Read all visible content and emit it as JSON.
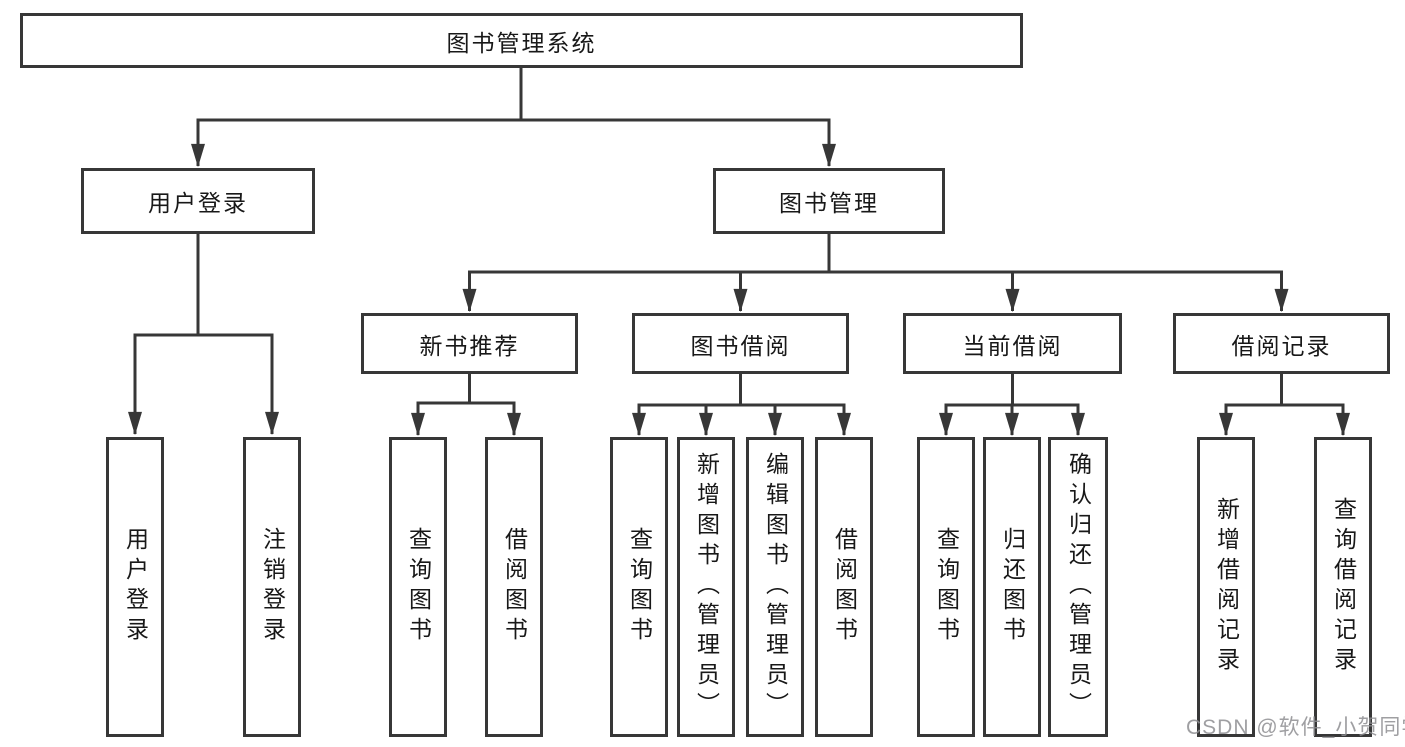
{
  "diagram": {
    "root": {
      "label": "图书管理系统"
    },
    "level2": [
      {
        "label": "用户登录"
      },
      {
        "label": "图书管理"
      }
    ],
    "level3": [
      {
        "label": "新书推荐",
        "parent": "图书管理"
      },
      {
        "label": "图书借阅",
        "parent": "图书管理"
      },
      {
        "label": "当前借阅",
        "parent": "图书管理"
      },
      {
        "label": "借阅记录",
        "parent": "图书管理"
      }
    ],
    "leaves": [
      {
        "label": "用户登录",
        "parent": "用户登录"
      },
      {
        "label": "注销登录",
        "parent": "用户登录"
      },
      {
        "label": "查询图书",
        "parent": "新书推荐"
      },
      {
        "label": "借阅图书",
        "parent": "新书推荐"
      },
      {
        "label": "查询图书",
        "parent": "图书借阅"
      },
      {
        "label": "新增图书（管理员）",
        "parent": "图书借阅"
      },
      {
        "label": "编辑图书（管理员）",
        "parent": "图书借阅"
      },
      {
        "label": "借阅图书",
        "parent": "图书借阅"
      },
      {
        "label": "查询图书",
        "parent": "当前借阅"
      },
      {
        "label": "归还图书",
        "parent": "当前借阅"
      },
      {
        "label": "确认归还（管理员）",
        "parent": "当前借阅"
      },
      {
        "label": "新增借阅记录",
        "parent": "借阅记录"
      },
      {
        "label": "查询借阅记录",
        "parent": "借阅记录"
      }
    ]
  },
  "watermark": {
    "text": "CSDN @软件_小贺同学"
  },
  "colors": {
    "line": "#373737",
    "box_border": "#373737",
    "text": "#181818",
    "background": "#ffffff",
    "watermark": "#8e8e92"
  }
}
